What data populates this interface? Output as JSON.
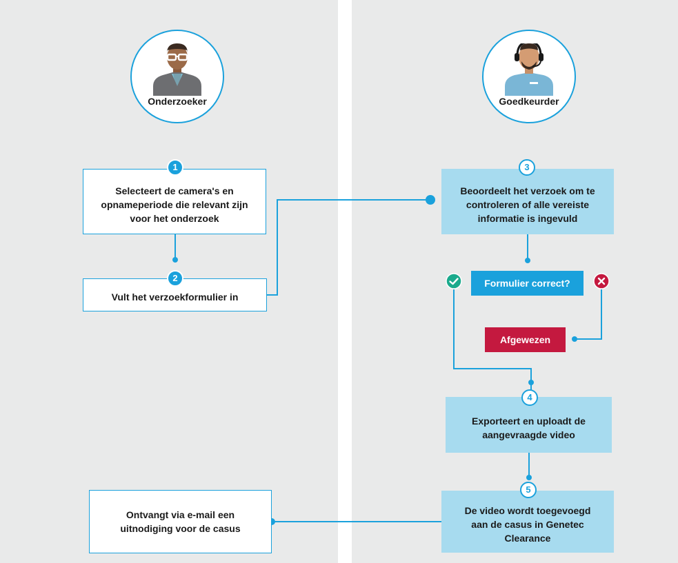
{
  "roles": {
    "investigator": {
      "label": "Onderzoeker",
      "icon": "investigator-avatar-icon"
    },
    "approver": {
      "label": "Goedkeurder",
      "icon": "approver-headset-avatar-icon"
    }
  },
  "steps": [
    {
      "number": "1",
      "text": "Selecteert de camera's en opnameperiode die relevant zijn voor het onderzoek"
    },
    {
      "number": "2",
      "text": "Vult het verzoekformulier in"
    },
    {
      "number": "3",
      "text": "Beoordeelt het verzoek om te controleren of alle vereiste informatie is ingevuld"
    },
    {
      "number": "4",
      "text": "Exporteert en uploadt de aangevraagde video"
    },
    {
      "number": "5",
      "text": "De video wordt toegevoegd aan de casus in Genetec Clearance"
    }
  ],
  "decision": {
    "question": "Formulier correct?",
    "yes_icon": "check-icon",
    "no_icon": "cross-icon"
  },
  "rejected": {
    "label": "Afgewezen"
  },
  "final": {
    "text": "Ontvangt via e-mail een uitnodiging voor de casus"
  },
  "colors": {
    "lane": "#e9eaea",
    "accent": "#1aa1dc",
    "light_blue": "#a7dbef",
    "reject": "#c4193f",
    "approve": "#1aaa8c"
  }
}
